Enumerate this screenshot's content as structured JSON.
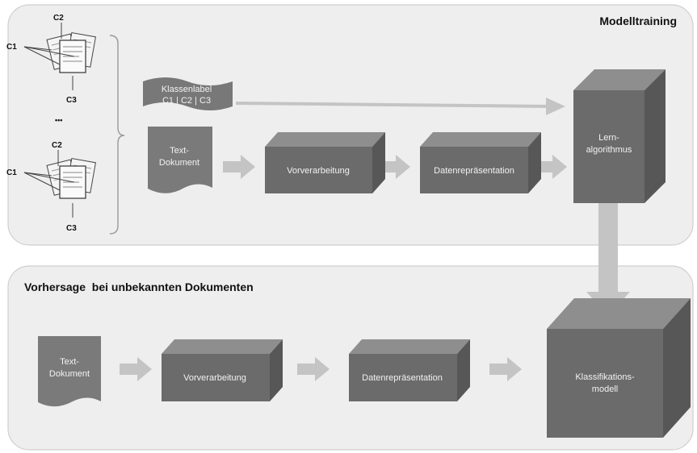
{
  "panels": {
    "training": {
      "title": "Modelltraining"
    },
    "prediction": {
      "title": "Vorhersage  bei unbekannten Dokumenten"
    }
  },
  "docs_legend": {
    "c1": "C1",
    "c2": "C2",
    "c3": "C3",
    "ellipsis": "•••"
  },
  "training": {
    "labels_banner": [
      "Klassenlabel",
      "C1 | C2 | C3"
    ],
    "text_doc": [
      "Text-",
      "Dokument"
    ],
    "preprocessing": "Vorverarbeitung",
    "representation": "Datenrepräsentation",
    "learning": [
      "Lern-",
      "algorithmus"
    ]
  },
  "prediction": {
    "text_doc": [
      "Text-",
      "Dokument"
    ],
    "preprocessing": "Vorverarbeitung",
    "representation": "Datenrepräsentation",
    "model": [
      "Klassifikations-",
      "modell"
    ]
  },
  "colors": {
    "panel_fill": "#eeeeee",
    "panel_stroke": "#cfcfcf",
    "box_front": "#6b6b6b",
    "box_top": "#8e8e8e",
    "box_side": "#575757",
    "arrow": "#c4c4c4",
    "text_light": "#f2f2f2",
    "text_dark": "#111111",
    "doc_fill": "#7a7a7a"
  }
}
